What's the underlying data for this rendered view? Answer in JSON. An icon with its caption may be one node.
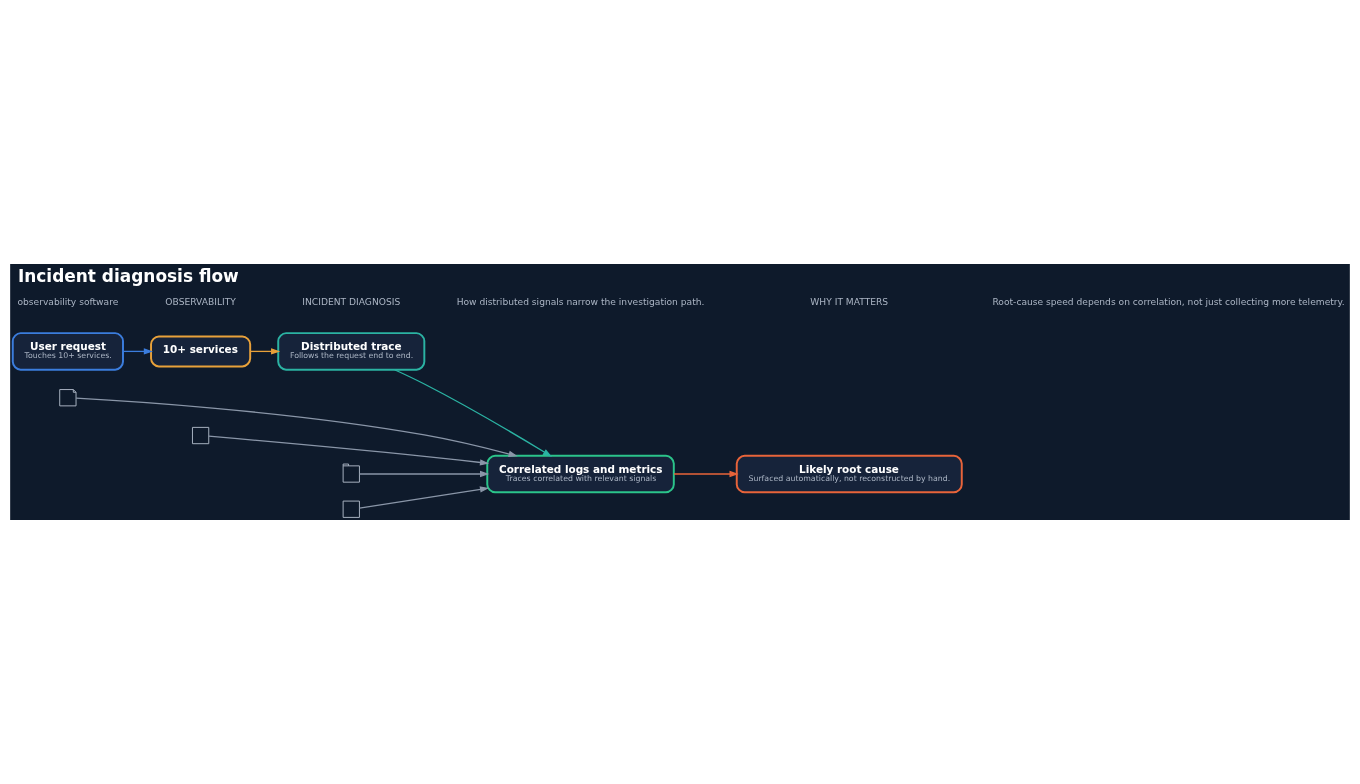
{
  "diagram": {
    "title": "Incident diagnosis flow",
    "nodes": [
      {
        "text": [
          "User request",
          "Touches 10+ services."
        ]
      },
      {
        "text": [
          "10+ services"
        ]
      },
      {
        "text": [
          "Distributed trace",
          "Follows the request end to end."
        ]
      },
      {
        "text": [
          "Correlated logs and metrics",
          "Traces correlated with relevant signals"
        ]
      },
      {
        "text": [
          "Likely root cause",
          "Surfaced automatically, not reconstructed by hand."
        ]
      },
      {
        "text": [],
        "shape": "document"
      },
      {
        "text": [],
        "shape": "chart"
      },
      {
        "text": [],
        "shape": "list"
      },
      {
        "text": [],
        "shape": "chart"
      }
    ],
    "edges": [
      {
        "from": 0,
        "to": 1,
        "arrow": "to",
        "color": "#3b7ddd"
      },
      {
        "from": 1,
        "to": 2,
        "arrow": "to",
        "color": "#e8a13a"
      },
      {
        "from": 2,
        "to": 3,
        "arrow": "to",
        "color": "#2bb3a3"
      },
      {
        "from": 3,
        "to": 4,
        "arrow": "to",
        "color": "#e8643a"
      },
      {
        "from": 5,
        "to": 3,
        "arrow": "to"
      },
      {
        "from": 6,
        "to": 3,
        "arrow": "to"
      },
      {
        "from": 7,
        "to": 3,
        "arrow": "to"
      },
      {
        "from": 8,
        "to": 3,
        "arrow": "to"
      }
    ],
    "labels": [
      "observability software",
      "OBSERVABILITY",
      "INCIDENT DIAGNOSIS",
      "How distributed signals narrow the investigation path.",
      "WHY IT MATTERS",
      "Root-cause speed depends on correlation, not just collecting more telemetry."
    ]
  }
}
